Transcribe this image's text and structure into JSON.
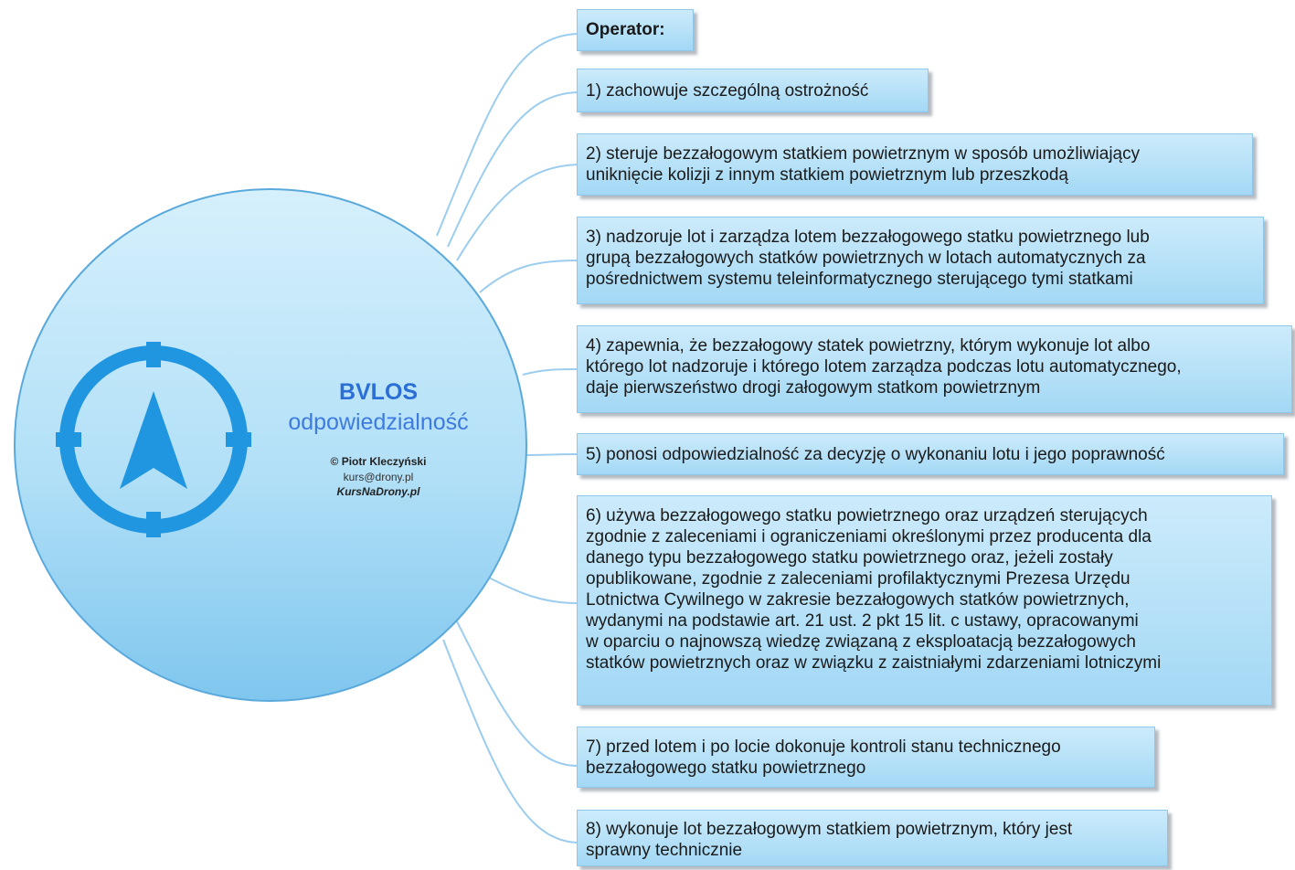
{
  "central_topic": {
    "title": "BVLOS",
    "subtitle": "odpowiedzialność",
    "author": "© Piotr Kleczyński",
    "email": "kurs@drony.pl",
    "website": "KursNaDrony.pl",
    "icon": "compass-navigation-icon"
  },
  "header": {
    "label": "Operator:"
  },
  "items": [
    {
      "lines": [
        "1) zachowuje szczególną ostrożność"
      ]
    },
    {
      "lines": [
        "2) steruje bezzałogowym statkiem powietrznym w sposób umożliwiający",
        "uniknięcie kolizji z innym statkiem powietrznym lub przeszkodą"
      ]
    },
    {
      "lines": [
        "3) nadzoruje lot i zarządza lotem bezzałogowego statku powietrznego lub",
        "grupą bezzałogowych statków powietrznych w lotach automatycznych za",
        "pośrednictwem systemu teleinformatycznego sterującego tymi statkami"
      ]
    },
    {
      "lines": [
        "4) zapewnia, że bezzałogowy statek powietrzny, którym wykonuje lot albo",
        "którego lot nadzoruje i którego lotem zarządza podczas lotu automatycznego,",
        "daje pierwszeństwo drogi załogowym statkom powietrznym"
      ]
    },
    {
      "lines": [
        "5) ponosi odpowiedzialność za decyzję o wykonaniu lotu i jego poprawność"
      ]
    },
    {
      "lines": [
        "6) używa bezzałogowego statku powietrznego oraz urządzeń sterujących",
        "zgodnie z zaleceniami i ograniczeniami określonymi przez producenta dla",
        "danego typu bezzałogowego statku powietrznego oraz, jeżeli zostały",
        "opublikowane, zgodnie z zaleceniami profilaktycznymi Prezesa Urzędu",
        "Lotnictwa Cywilnego w zakresie bezzałogowych statków powietrznych,",
        "wydanymi na podstawie art. 21 ust. 2 pkt 15 lit. c ustawy, opracowanymi",
        "w oparciu o najnowszą wiedzę związaną z eksploatacją bezzałogowych",
        "statków powietrznych oraz w związku z zaistniałymi zdarzeniami lotniczymi"
      ]
    },
    {
      "lines": [
        "7) przed lotem i po locie dokonuje kontroli stanu technicznego",
        "bezzałogowego statku powietrznego"
      ]
    },
    {
      "lines": [
        "8) wykonuje lot bezzałogowym statkiem powietrznym, który jest",
        "sprawny technicznie"
      ]
    }
  ],
  "colors": {
    "circle_fill_top": "#d6f0fc",
    "circle_fill_bottom": "#7fc6ee",
    "circle_stroke": "#5aa9dc",
    "compass_icon": "#2196e0",
    "connector": "#9ccdee",
    "node_fill_top": "#ccebfb",
    "node_fill_bottom": "#a3d8f5",
    "title_color": "#2b6fd6"
  }
}
